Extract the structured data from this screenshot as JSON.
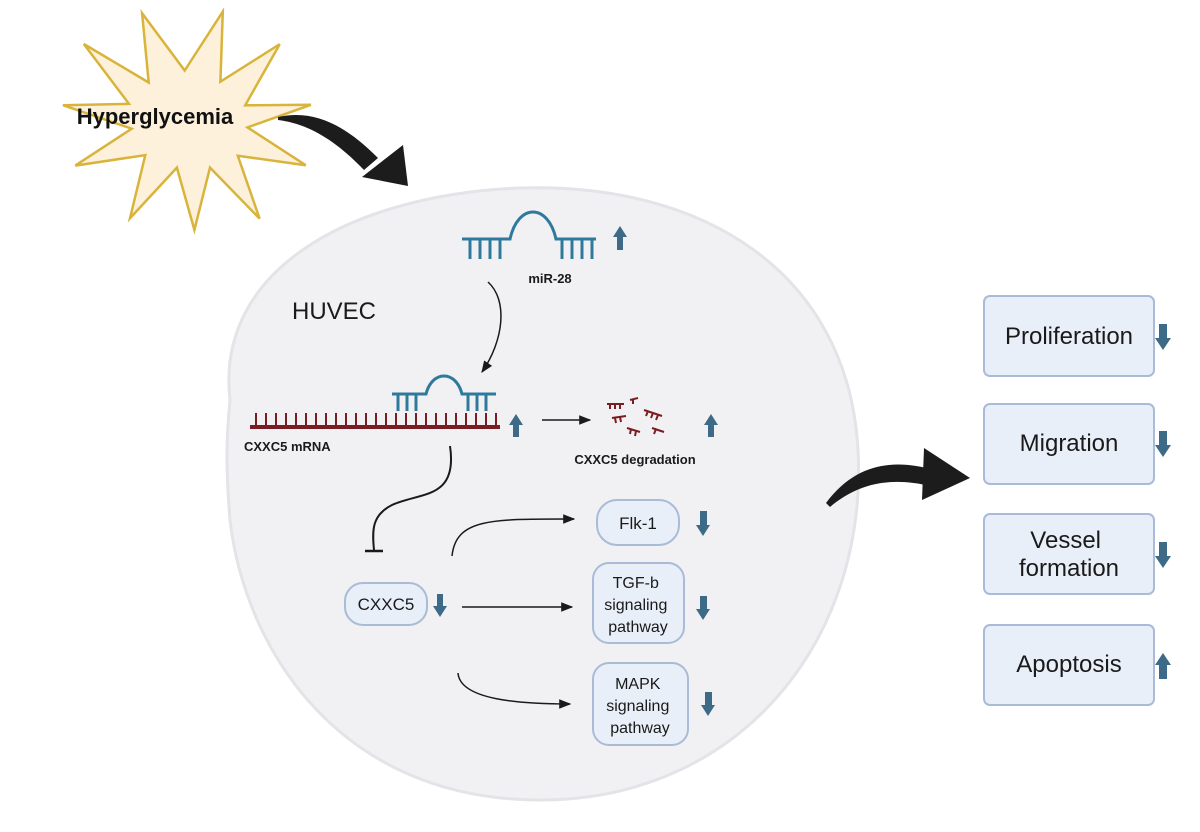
{
  "stimulus": {
    "label": "Hyperglycemia"
  },
  "cell": {
    "label": "HUVEC",
    "mirna": {
      "label": "miR-28",
      "change": "up"
    },
    "mrna": {
      "label": "CXXC5 mRNA",
      "change": "up"
    },
    "degradation": {
      "label": "CXXC5 degradation",
      "change": "up"
    },
    "protein": {
      "label": "CXXC5",
      "change": "down"
    },
    "targets": [
      {
        "lines": [
          "Flk-1"
        ],
        "change": "down"
      },
      {
        "lines": [
          "TGF-b",
          "signaling",
          "pathway"
        ],
        "change": "down"
      },
      {
        "lines": [
          "MAPK",
          "signaling",
          "pathway"
        ],
        "change": "down"
      }
    ]
  },
  "outcomes": [
    {
      "lines": [
        "Proliferation"
      ],
      "change": "down"
    },
    {
      "lines": [
        "Migration"
      ],
      "change": "down"
    },
    {
      "lines": [
        "Vessel",
        "formation"
      ],
      "change": "down"
    },
    {
      "lines": [
        "Apoptosis"
      ],
      "change": "up"
    }
  ],
  "colors": {
    "star_fill": "#fdf1dc",
    "star_stroke": "#d9b43a",
    "cell_fill": "#f1f1f4",
    "cell_stroke": "#e3e3e8",
    "mirna": "#2f7a9c",
    "mrna": "#7a1d22",
    "box_fill": "#e9eff8",
    "box_stroke": "#a9bbd6",
    "indicator": "#3d6a86",
    "arrow": "#1a1a1a"
  }
}
